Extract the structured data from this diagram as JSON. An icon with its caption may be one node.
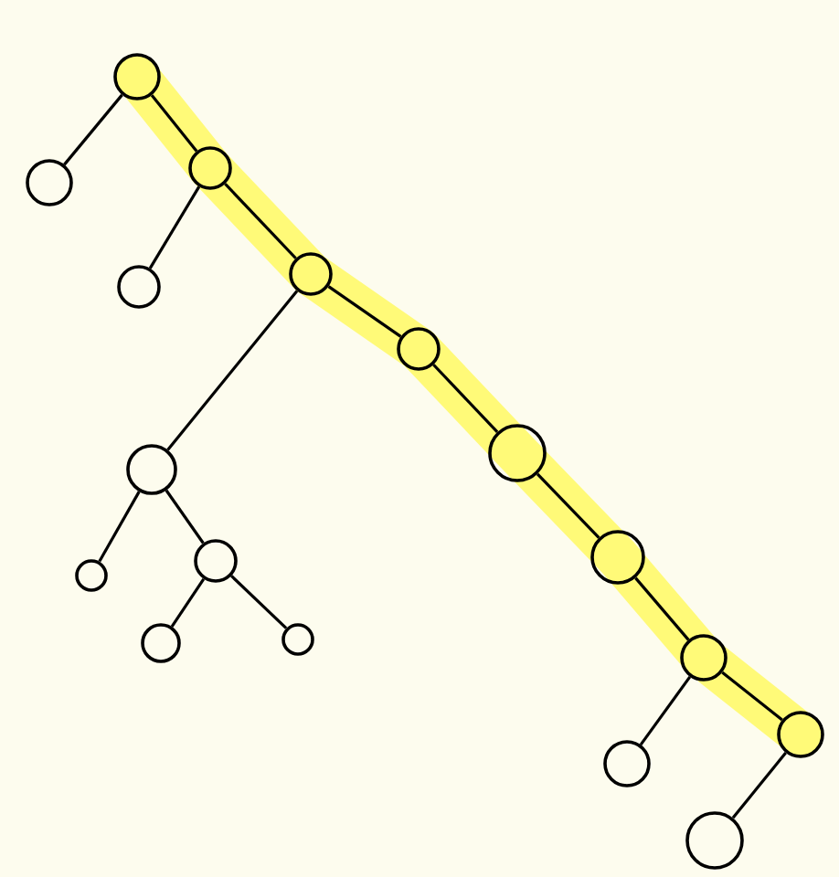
{
  "diagram": {
    "nodes": [
      {
        "text": [],
        "shape": "circle"
      },
      {
        "text": [],
        "shape": "circle"
      },
      {
        "text": [],
        "shape": "circle"
      },
      {
        "text": [],
        "shape": "circle"
      },
      {
        "text": [],
        "shape": "circle"
      },
      {
        "text": [],
        "shape": "circle"
      },
      {
        "text": [],
        "shape": "circle"
      },
      {
        "text": [],
        "shape": "circle"
      },
      {
        "text": [],
        "shape": "circle"
      },
      {
        "text": [],
        "shape": "circle"
      },
      {
        "text": [],
        "shape": "circle"
      },
      {
        "text": [],
        "shape": "circle"
      },
      {
        "text": [],
        "shape": "circle"
      },
      {
        "text": [],
        "shape": "circle"
      },
      {
        "text": [],
        "shape": "circle"
      },
      {
        "text": [],
        "shape": "circle"
      },
      {
        "text": [],
        "shape": "circle"
      }
    ],
    "edges": [
      {
        "from": 0,
        "to": 1,
        "arrow": "none"
      },
      {
        "from": 0,
        "to": 2,
        "arrow": "none"
      },
      {
        "from": 2,
        "to": 3,
        "arrow": "none"
      },
      {
        "from": 2,
        "to": 4,
        "arrow": "none"
      },
      {
        "from": 4,
        "to": 5,
        "arrow": "none"
      },
      {
        "from": 4,
        "to": 6,
        "arrow": "none"
      },
      {
        "from": 5,
        "to": 7,
        "arrow": "none"
      },
      {
        "from": 5,
        "to": 8,
        "arrow": "none"
      },
      {
        "from": 8,
        "to": 9,
        "arrow": "none"
      },
      {
        "from": 8,
        "to": 10,
        "arrow": "none"
      },
      {
        "from": 6,
        "to": 11,
        "arrow": "none"
      },
      {
        "from": 11,
        "to": 12,
        "arrow": "none"
      },
      {
        "from": 12,
        "to": 13,
        "arrow": "none"
      },
      {
        "from": 13,
        "to": 14,
        "arrow": "none"
      },
      {
        "from": 13,
        "to": 15,
        "arrow": "none"
      },
      {
        "from": 15,
        "to": 16,
        "arrow": "none"
      }
    ]
  }
}
